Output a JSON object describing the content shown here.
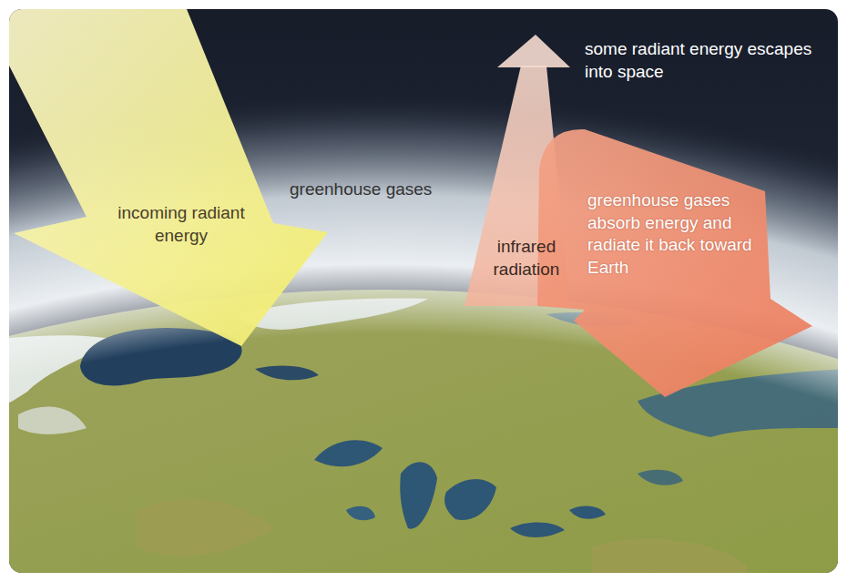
{
  "diagram": {
    "nodes": [
      {
        "text": [
          "incoming radiant energy"
        ]
      },
      {
        "text": [
          "infrared radiation",
          "greenhouse gases absorb energy and radiate it back toward Earth"
        ]
      }
    ],
    "labels": [
      "some radiant energy escapes into space",
      "greenhouse gases"
    ]
  }
}
